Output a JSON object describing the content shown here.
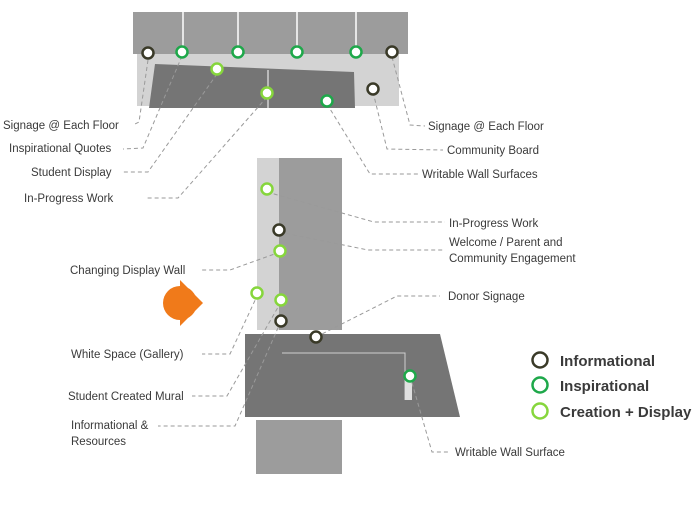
{
  "legend": {
    "items": [
      {
        "label": "Informational",
        "color": "#3a3a28"
      },
      {
        "label": "Inspirational",
        "color": "#1ea84a"
      },
      {
        "label": "Creation + Display",
        "color": "#86d63c"
      }
    ]
  },
  "labels": {
    "signage_left": "Signage @ Each Floor",
    "inspirational_quotes": "Inspirational Quotes",
    "student_display": "Student Display",
    "in_progress_left": "In-Progress Work",
    "signage_right": "Signage @ Each Floor",
    "community_board": "Community Board",
    "writable_wall_surfaces": "Writable Wall Surfaces",
    "in_progress_right": "In-Progress Work",
    "welcome_line1": "Welcome / Parent and",
    "welcome_line2": "Community Engagement",
    "changing_display_wall": "Changing Display Wall",
    "donor_signage": "Donor Signage",
    "white_space": "White Space (Gallery)",
    "student_mural": "Student Created Mural",
    "info_resources_line1": "Informational &",
    "info_resources_line2": "Resources",
    "writable_wall_surface": "Writable Wall Surface"
  },
  "icons": {
    "entry_marker": "orange-entry-arrow-icon"
  },
  "colors": {
    "wall_dark": "#757575",
    "wall_mid": "#9c9c9c",
    "wall_light": "#d3d3d3",
    "entry_orange": "#f07a1a"
  }
}
